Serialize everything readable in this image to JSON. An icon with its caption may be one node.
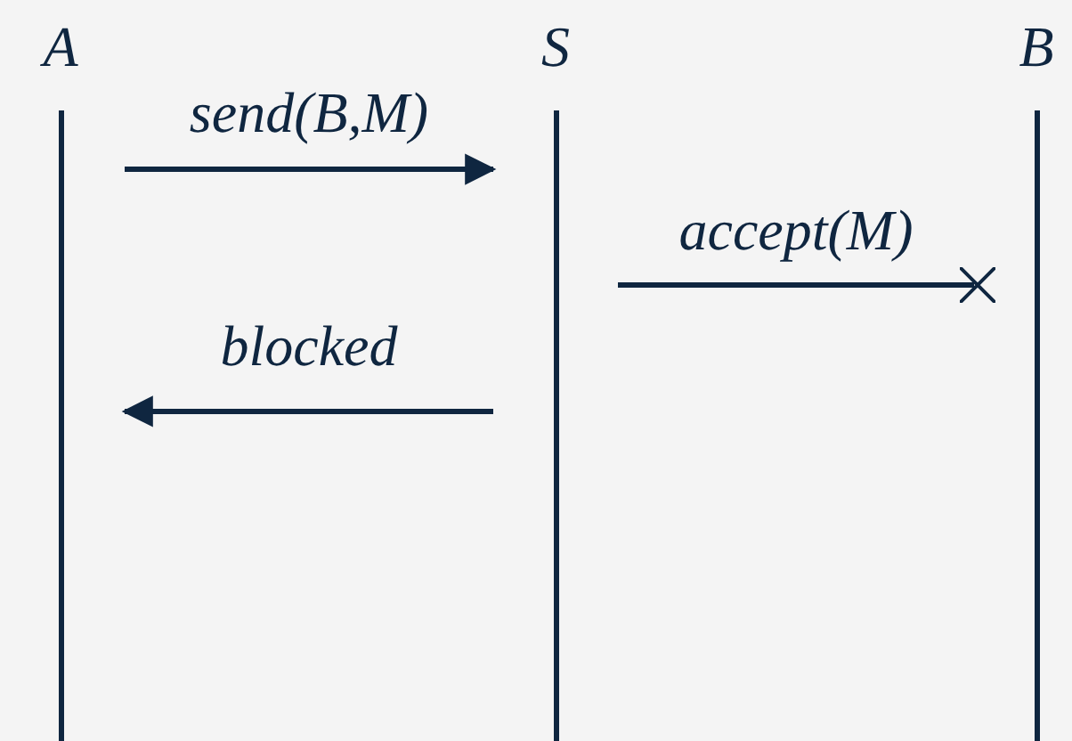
{
  "diagram": {
    "nodes": [
      {
        "text": [
          "A"
        ]
      },
      {
        "text": [
          "S"
        ]
      },
      {
        "text": [
          "B"
        ]
      }
    ],
    "edges": [
      {
        "from": 0,
        "to": 1,
        "arrow": "to",
        "label": "send(B,M)"
      },
      {
        "from": 1,
        "to": 2,
        "arrow": "other",
        "label": "accept(M)"
      },
      {
        "from": 1,
        "to": 0,
        "arrow": "to",
        "label": "blocked"
      }
    ]
  }
}
